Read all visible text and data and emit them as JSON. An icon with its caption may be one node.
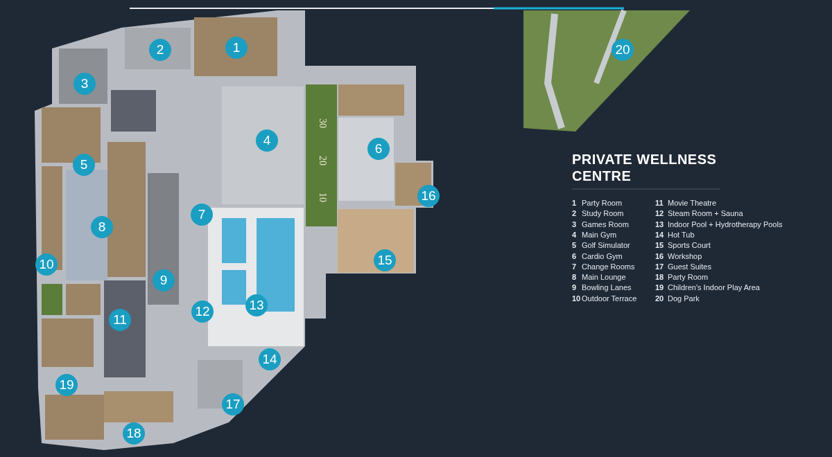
{
  "diagram": {
    "title": "PRIVATE WELLNESS CENTRE",
    "labels": [
      "2",
      "1",
      "20",
      "3",
      "4",
      "6",
      "5",
      "16",
      "7",
      "8",
      "10",
      "15",
      "9",
      "12",
      "13",
      "11",
      "14",
      "19",
      "17",
      "18",
      "30",
      "20",
      "10",
      "1",
      "Party Room",
      "11",
      "Movie Theatre",
      "2",
      "Study Room",
      "12",
      "Steam Room + Sauna",
      "3",
      "Games Room",
      "13",
      "Indoor Pool + Hydrotherapy Pools",
      "4",
      "Main Gym",
      "14",
      "Hot Tub",
      "5",
      "Golf Simulator",
      "15",
      "Sports Court",
      "6",
      "Cardio Gym",
      "16",
      "Workshop",
      "7",
      "Change Rooms",
      "17",
      "Guest Suites",
      "8",
      "Main Lounge",
      "18",
      "Party Room",
      "9",
      "Bowling Lanes",
      "19",
      "Children's Indoor Play Area",
      "10",
      "Outdoor Terrace",
      "20",
      "Dog Park"
    ]
  }
}
